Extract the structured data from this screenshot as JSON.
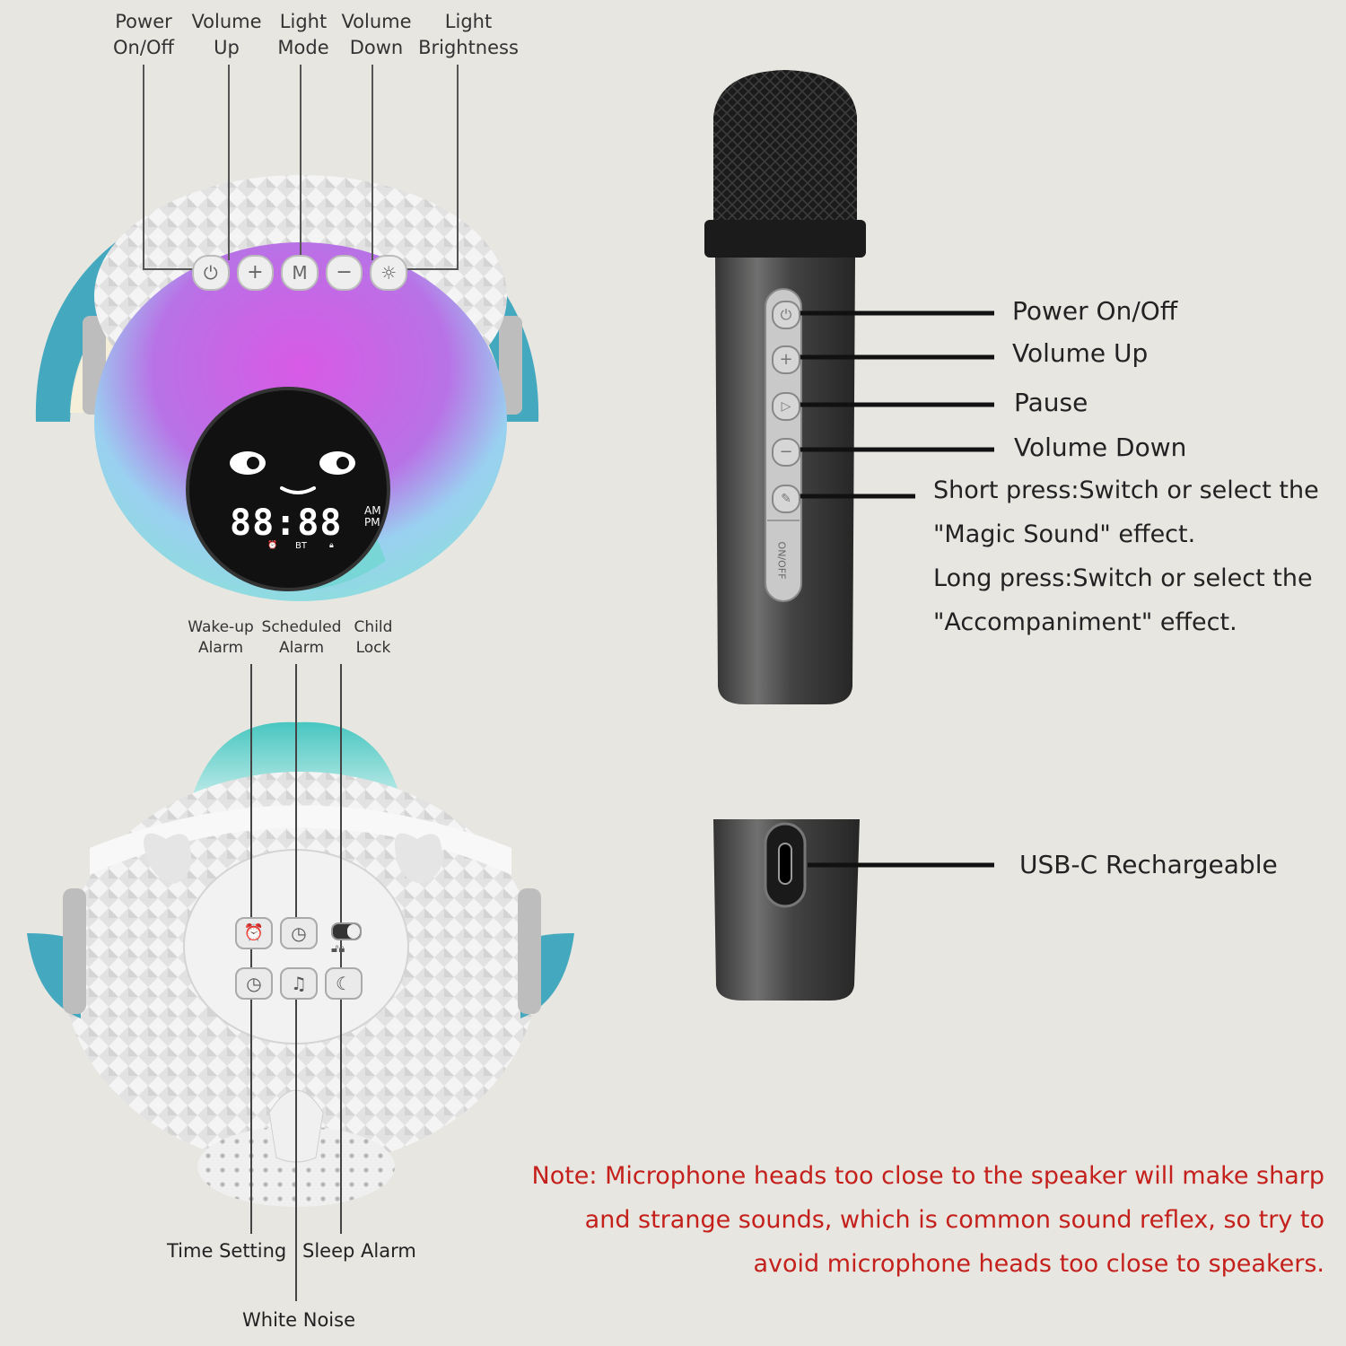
{
  "speaker_top": {
    "labels": [
      {
        "lines": [
          "Power",
          "On/Off"
        ]
      },
      {
        "lines": [
          "Volume",
          "Up"
        ]
      },
      {
        "lines": [
          "Light",
          "Mode"
        ]
      },
      {
        "lines": [
          "Volume",
          "Down"
        ]
      },
      {
        "lines": [
          "Light",
          "Brightness"
        ]
      }
    ],
    "button_icons": [
      "power-icon",
      "plus-icon",
      "mode-icon",
      "minus-icon",
      "brightness-icon"
    ],
    "button_glyphs": [
      "⏻",
      "+",
      "M",
      "−",
      "☼"
    ],
    "display": {
      "clock": "88:88",
      "am": "AM",
      "pm": "PM",
      "bt": "BT"
    },
    "colors": {
      "band": "#44a9bf",
      "glow_top": "#c64ddd",
      "glow_bottom": "#8fdbe0"
    }
  },
  "speaker_bottom": {
    "top_labels": [
      {
        "lines": [
          "Wake-up",
          "Alarm"
        ]
      },
      {
        "lines": [
          "Scheduled",
          "Alarm"
        ]
      },
      {
        "lines": [
          "Child",
          "Lock"
        ]
      }
    ],
    "bottom_labels": {
      "time_setting": "Time Setting",
      "sleep_alarm": "Sleep Alarm",
      "white_noise": "White Noise"
    },
    "button_icons": [
      "alarm-clock-icon",
      "clock-icon",
      "lock-switch-icon",
      "time-setting-icon",
      "music-note-icon",
      "sleep-moon-icon"
    ],
    "button_glyphs": [
      "⏰",
      "◷",
      "",
      "◷",
      "♫",
      "☾"
    ]
  },
  "microphone": {
    "labels": {
      "power": "Power On/Off",
      "volume_up": "Volume Up",
      "pause": "Pause",
      "volume_down": "Volume Down"
    },
    "button_glyphs": [
      "⏻",
      "+",
      "▷",
      "−",
      "✎"
    ],
    "magic": [
      "Short press:Switch or select the",
      "\"Magic Sound\" effect.",
      "Long press:Switch or select the",
      "\"Accompaniment\" effect."
    ],
    "switch_text": "ON/OFF",
    "usb_label": "USB-C Rechargeable"
  },
  "note": {
    "lines": [
      "Note: Microphone heads too close to the speaker will make sharp",
      "and strange sounds, which is common sound reflex, so try to",
      "avoid microphone heads too close to speakers."
    ],
    "color": "#c4201c"
  }
}
